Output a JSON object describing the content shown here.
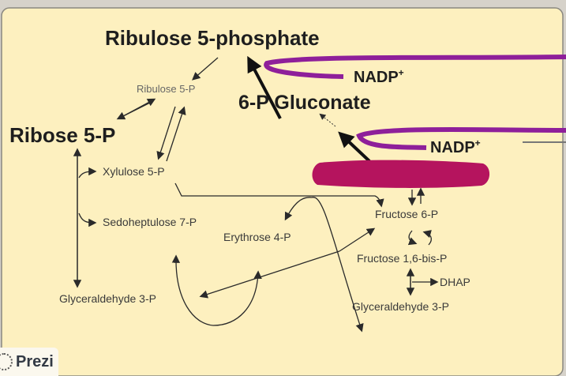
{
  "diagram": {
    "labels": {
      "ribulose_5_phosphate": "Ribulose 5-phosphate",
      "ribulose_5p": "Ribulose 5-P",
      "gluconate_6p": "6-P Gluconate",
      "nadp_1": "NADP",
      "nadp_2": "NADP",
      "nadp_sup": "+",
      "ribose_5p": "Ribose 5-P",
      "xylulose_5p": "Xylulose 5-P",
      "sedoheptulose_7p": "Sedoheptulose 7-P",
      "erythrose_4p": "Erythrose 4-P",
      "fructose_6p": "Fructose 6-P",
      "fructose_16bisp": "Fructose 1,6-bis-P",
      "dhap": "DHAP",
      "glyceraldehyde_3p_left": "Glyceraldehyde 3-P",
      "glyceraldehyde_3p_right": "Glyceraldehyde 3-P"
    },
    "colors": {
      "background": "#fdf0bf",
      "cofactor_curve": "#8e1f9a",
      "redaction": "#b5145e"
    }
  },
  "badge": {
    "brand": "Prezi"
  }
}
